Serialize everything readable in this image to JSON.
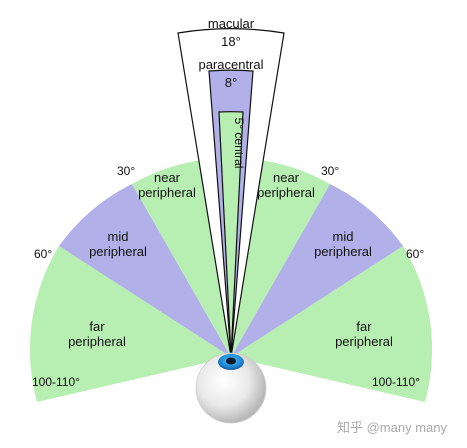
{
  "colors": {
    "far_peripheral": "#b7eeb1",
    "mid_peripheral": "#b2b0e8",
    "near_peripheral": "#b7eeb1",
    "macular": "#ffffff",
    "paracentral": "#b2b0e8",
    "central": "#b7eeb1",
    "outline": "#111111",
    "eye_white": "#f1f1f1",
    "iris": "#2a8fd6"
  },
  "labels": {
    "macular": "macular",
    "macular_deg": "18°",
    "paracentral": "paracentral",
    "paracentral_deg": "8°",
    "central": "5° central",
    "near_left_line1": "near",
    "near_left_line2": "peripheral",
    "near_right_line1": "near",
    "near_right_line2": "peripheral",
    "mid_left_line1": "mid",
    "mid_left_line2": "peripheral",
    "mid_right_line1": "mid",
    "mid_right_line2": "peripheral",
    "far_left_line1": "far",
    "far_left_line2": "peripheral",
    "far_right_line1": "far",
    "far_right_line2": "peripheral",
    "deg30_left": "30°",
    "deg30_right": "30°",
    "deg60_left": "60°",
    "deg60_right": "60°",
    "deg100_left": "100-110°",
    "deg100_right": "100-110°"
  },
  "watermark": "知乎 @many many",
  "icons": {
    "eye": "eyeball-icon"
  }
}
